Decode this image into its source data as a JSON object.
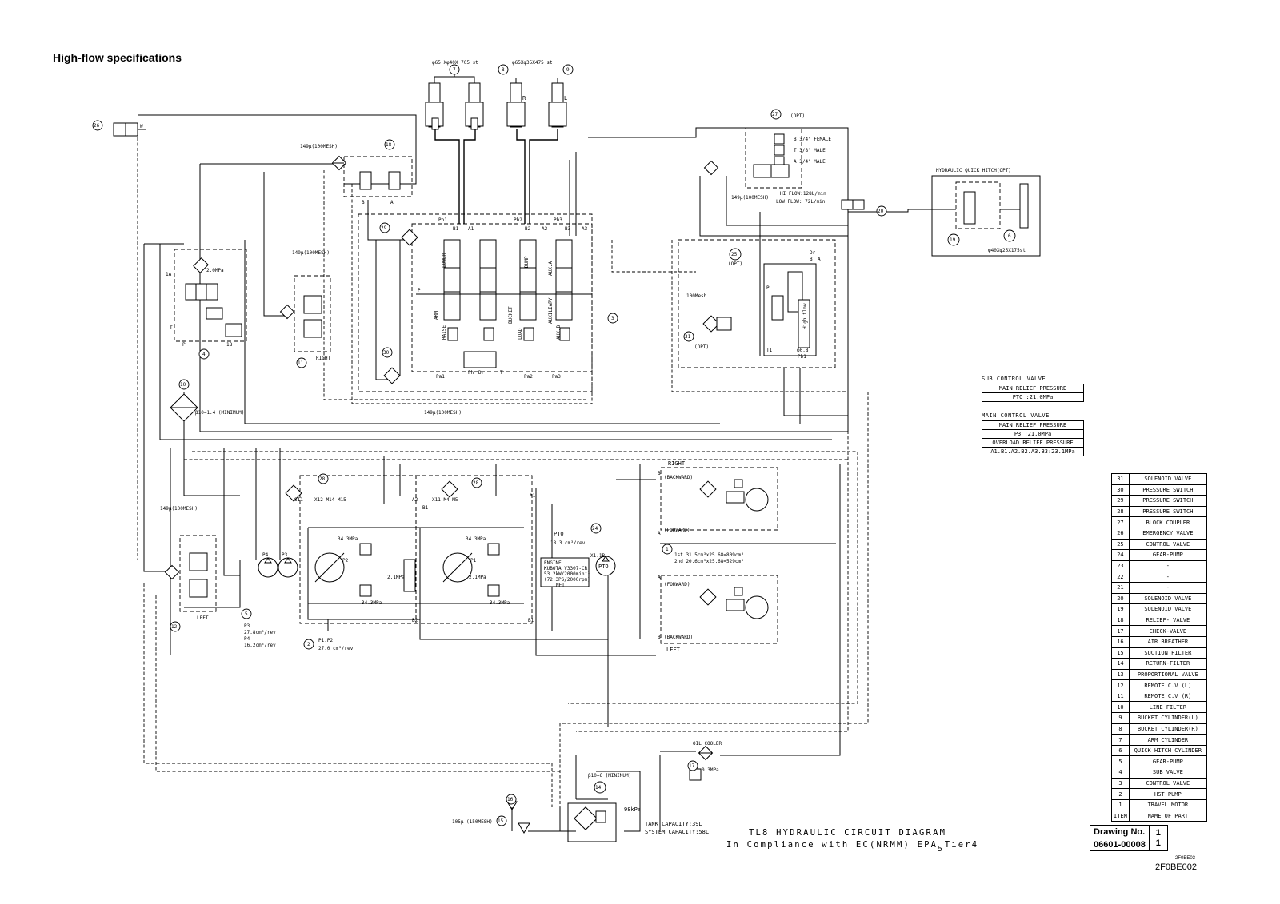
{
  "page": {
    "title": "High-flow specifications"
  },
  "diagram": {
    "title_line1": "TL8 HYDRAULIC CIRCUIT DIAGRAM",
    "title_line2": "In Compliance with EC(NRMM) EPA Tier4",
    "page_mark": "5",
    "code_small": "2F0BE03",
    "code_large": "2F0BE002",
    "drawing_no_label": "Drawing No.",
    "drawing_no": "06601-00008",
    "sheet": "1/1",
    "sheet_num": "1",
    "sheet_den": "1",
    "tank_capacity": "TANK CAPACITY:39L",
    "system_capacity": "SYSTEM CAPACITY:58L"
  },
  "sub_control_valve": {
    "title": "SUB CONTROL VALVE",
    "rows": [
      "MAIN RELIEF PRESSURE",
      "PTO :21.0MPa"
    ]
  },
  "main_control_valve": {
    "title": "MAIN CONTROL VALVE",
    "rows": [
      "MAIN RELIEF PRESSURE",
      "P3 :21.0MPa",
      "OVERLOAD RELIEF PRESSURE",
      "A1.B1.A2.B2.A3.B3:23.1MPa"
    ]
  },
  "parts_list": [
    {
      "no": "31",
      "name": "SOLENOID VALVE"
    },
    {
      "no": "30",
      "name": "PRESSURE SWITCH"
    },
    {
      "no": "29",
      "name": "PRESSURE SWITCH"
    },
    {
      "no": "28",
      "name": "PRESSURE SWITCH"
    },
    {
      "no": "27",
      "name": "BLOCK COUPLER"
    },
    {
      "no": "26",
      "name": "EMERGENCY VALVE"
    },
    {
      "no": "25",
      "name": "CONTROL VALVE"
    },
    {
      "no": "24",
      "name": "GEAR-PUMP"
    },
    {
      "no": "23",
      "name": "-"
    },
    {
      "no": "22",
      "name": "-"
    },
    {
      "no": "21",
      "name": "-"
    },
    {
      "no": "20",
      "name": "SOLENOID VALVE"
    },
    {
      "no": "19",
      "name": "SOLENOID VALVE"
    },
    {
      "no": "18",
      "name": "RELIEF- VALVE"
    },
    {
      "no": "17",
      "name": "CHECK-VALVE"
    },
    {
      "no": "16",
      "name": "AIR BREATHER"
    },
    {
      "no": "15",
      "name": "SUCTION FILTER"
    },
    {
      "no": "14",
      "name": "RETURN-FILTER"
    },
    {
      "no": "13",
      "name": "PROPORTIONAL VALVE"
    },
    {
      "no": "12",
      "name": "REMOTE C.V (L)"
    },
    {
      "no": "11",
      "name": "REMOTE C.V (R)"
    },
    {
      "no": "10",
      "name": "LINE FILTER"
    },
    {
      "no": "9",
      "name": "BUCKET CYLINDER(L)"
    },
    {
      "no": "8",
      "name": "BUCKET CYLINDER(R)"
    },
    {
      "no": "7",
      "name": "ARM CYLINDER"
    },
    {
      "no": "6",
      "name": "QUICK HITCH CYLINDER"
    },
    {
      "no": "5",
      "name": "GEAR-PUMP"
    },
    {
      "no": "4",
      "name": "SUB VALVE"
    },
    {
      "no": "3",
      "name": "CONTROL VALVE"
    },
    {
      "no": "2",
      "name": "HST PUMP"
    },
    {
      "no": "1",
      "name": "TRAVEL MOTOR"
    },
    {
      "no": "ITEM",
      "name": "NAME OF PART"
    }
  ],
  "labels": {
    "arm_cyl_size": "φ65 Xφ40X 705 st",
    "bucket_cyl_size": "φ65Xφ35X475 st",
    "cyl_r": "R",
    "cyl_l": "L",
    "opt": "(OPT)",
    "coupler_b": "B 3/4\" FEMALE",
    "coupler_t": "T 3/8\" MALE",
    "coupler_a": "A 3/4\" MALE",
    "hi_flow": "HI FLOW:128L/min",
    "low_flow": "LOW FLOW: 72L/min",
    "filter_149_a": "149μ(100MESH)",
    "filter_149_b": "149μ(100MESH)",
    "filter_149_c": "149μ(100MESH)",
    "filter_149_d": "149μ(100MESH)",
    "filter_149_e": "149μ(100MESH)",
    "quick_hitch_title": "HYDRAULIC QUICK HITCH(OPT)",
    "quick_hitch_cyl": "φ40Xφ25X175st",
    "line_filter_beta": "β10=1.4 (MINIMUM)",
    "return_filter_beta": "β10=6 (MINIMUM)",
    "suction_mesh": "105μ (150MESH)",
    "oil_cooler": "OIL COOLER",
    "check_valve_p": "0.3MPa",
    "pressure_98": "98kPa",
    "sub_2mpa": "2.0MPa",
    "right": "RIGHT",
    "left": "LEFT",
    "right_motor": "RIGHT",
    "left_motor": "LEFT",
    "backward": "(BACKWARD)",
    "forward": "(FORWARD)",
    "travel_speeds_1": "1st 31.5cm³x25.68=809cm³",
    "travel_speeds_2": "2nd 20.6cm³x25.68=529cm³",
    "p3_disp": "P3",
    "p3_val": "27.8cm³/rev",
    "p4_disp": "P4",
    "p4_val": "16.2cm³/rev",
    "p1p2": "P1.P2",
    "p1p2_val": "27.0 cm³/rev",
    "pto": "PTO",
    "pto_disp": "18.3 cm³/rev",
    "engine_1": "ENGINE",
    "engine_2": "KUBOTA V3307-CR",
    "engine_3": "53.2kW/2000min⁻¹",
    "engine_4": "(72.3PS/2000rpm)",
    "engine_5": "NET",
    "mpa_34_a": "34.3MPa",
    "mpa_34_b": "34.3MPa",
    "mpa_34_c": "34.3MPa",
    "mpa_34_d": "34.3MPa",
    "mpa_21_a": "2.1MPa",
    "mpa_21_b": "2.1MPa",
    "mesh_100": "100Mesh",
    "high_flow": "High flow",
    "lower": "LOWER",
    "raise": "RAISE",
    "arm": "ARM",
    "dump": "DUMP",
    "load": "LOAD",
    "bucket": "BUCKET",
    "aux_a": "AUX.A",
    "aux_b": "AUX.B",
    "auxiliary": "AUXILIARY",
    "port_pb1": "Pb1",
    "port_pb2": "Pb2",
    "port_pb3": "Pb3",
    "port_pa1": "Pa1",
    "port_pa2": "Pa2",
    "port_pa3": "Pa3",
    "port_b1": "B1",
    "port_a1": "A1",
    "port_b2": "B2",
    "port_a2": "A2",
    "port_b3": "B3",
    "port_a3": "A3",
    "port_p": "P",
    "port_t": "T",
    "port_dr": "Dr",
    "port_ph": "Ph",
    "port_1a": "1A",
    "port_1b": "1B",
    "port_t1": "T1",
    "orifice": "φ0.8",
    "motor_b": "B",
    "motor_a": "A",
    "pump_p1": "P1",
    "pump_p2": "P2",
    "pump_p3": "P3",
    "pump_p4": "P4",
    "pump_x1": "X1.1B",
    "hst_a1": "A1",
    "hst_b1": "B1",
    "hst_a2": "A2",
    "hst_b2": "B2",
    "m_labels": "X12 M14 M15",
    "m_labels2": "X11 M4 M5",
    "s_label": "S11"
  },
  "item_numbers": [
    "26",
    "18",
    "7",
    "8",
    "9",
    "27",
    "20",
    "19",
    "6",
    "4",
    "11",
    "29",
    "30",
    "10",
    "31",
    "25",
    "3",
    "28",
    "12",
    "5",
    "2",
    "24",
    "1",
    "17",
    "16",
    "15",
    "14"
  ]
}
